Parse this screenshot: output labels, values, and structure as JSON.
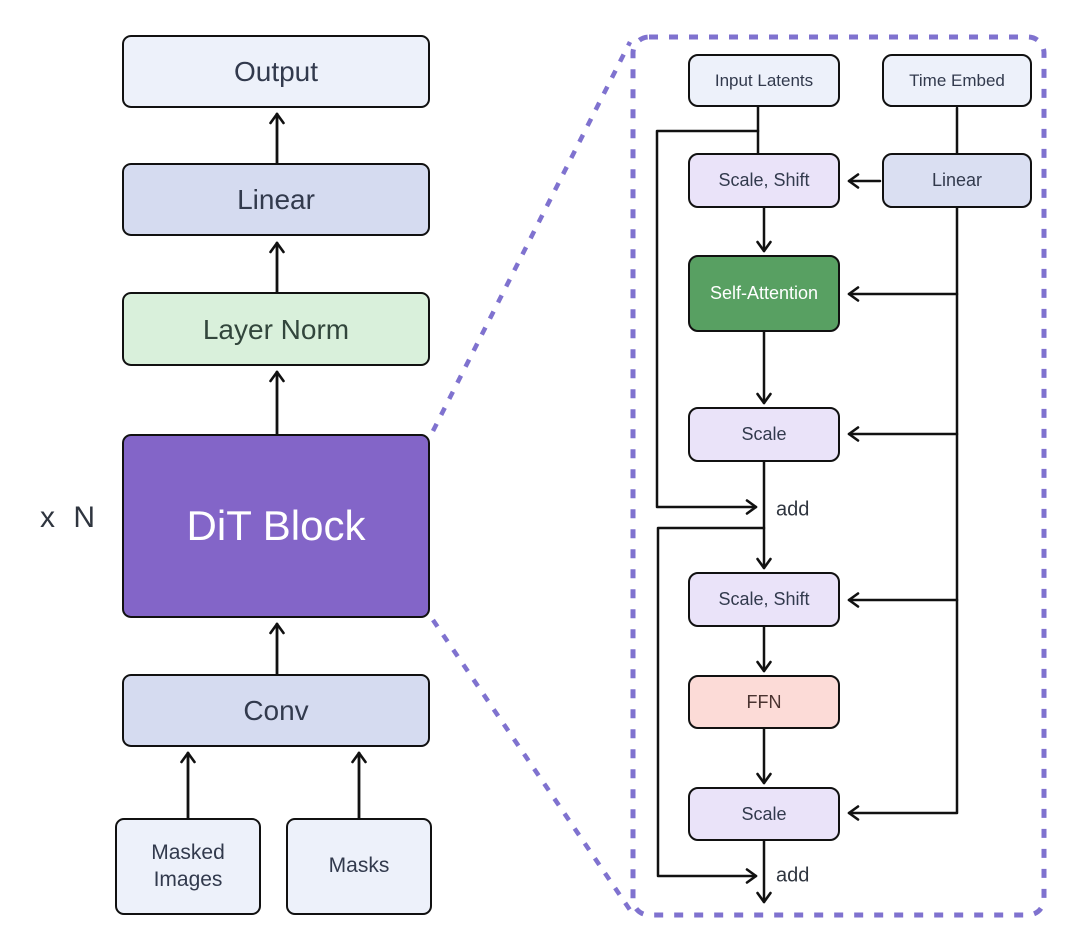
{
  "colors": {
    "accent_purple": "#8365c8",
    "panel_dash_purple": "#7f72cf",
    "green_block": "#58a062",
    "light_green": "#d9f0db",
    "light_lavender": "#eae3f9",
    "light_blue": "#d5dbf0",
    "pale_blue": "#edf1fa",
    "pink": "#fcdbd7",
    "line_black": "#111111"
  },
  "left_pipeline": {
    "repeat_label": "x N",
    "nodes": {
      "output": "Output",
      "linear": "Linear",
      "layer_norm": "Layer Norm",
      "dit_block": "DiT Block",
      "conv": "Conv",
      "masked_images": "Masked Images",
      "masks": "Masks"
    }
  },
  "dit_detail": {
    "nodes": {
      "input_latents": "Input Latents",
      "time_embed": "Time Embed",
      "scale_shift_1": "Scale, Shift",
      "linear": "Linear",
      "self_attention": "Self-Attention",
      "scale_1": "Scale",
      "scale_shift_2": "Scale, Shift",
      "ffn": "FFN",
      "scale_2": "Scale",
      "add_1": "add",
      "add_2": "add"
    }
  }
}
